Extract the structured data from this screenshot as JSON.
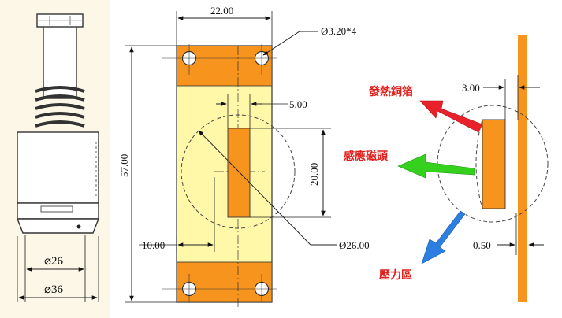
{
  "left_part": {
    "dims": {
      "inner_dia": "⌀26",
      "outer_dia": "⌀36"
    }
  },
  "middle_part": {
    "dims": {
      "width": "22.00",
      "height": "57.00",
      "hole": "Ø3.20*4",
      "slot_width": "5.00",
      "slot_height": "20.00",
      "offset": "10.00",
      "circle_dia": "Ø26.00"
    }
  },
  "right_part": {
    "dims": {
      "thickness": "3.00",
      "gap": "0.50"
    },
    "labels": {
      "heating_foil": "發熱銅箔",
      "sensor_head": "感應磁頭",
      "pressure_zone": "壓力區"
    }
  },
  "colors": {
    "orange": "#F7941D",
    "pale_yellow": "#FFF8A8",
    "left_bg": "#FCF7E6",
    "arrow_red": "#E8212A",
    "arrow_green": "#35D11E",
    "arrow_blue": "#2C7FE0",
    "label_red": "#E0201C"
  }
}
